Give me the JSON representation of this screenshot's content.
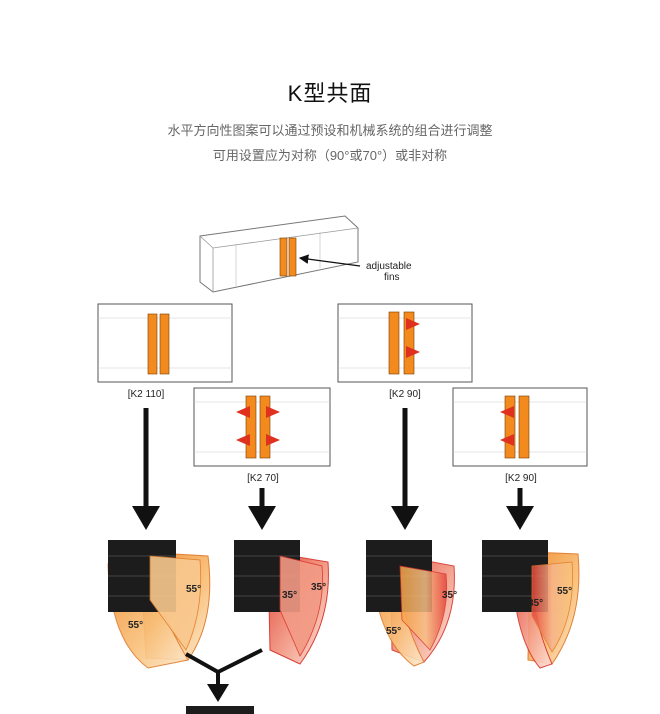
{
  "header": {
    "title": "K型共面",
    "subtitle_line1": "水平方向性图案可以通过预设和机械系统的组合进行调整",
    "subtitle_line2": "可用设置应为对称（90°或70°）或非对称"
  },
  "diagram": {
    "fins_label_line1": "adjustable",
    "fins_label_line2": "fins",
    "settings": [
      {
        "label": "[K2 110]",
        "angles": [
          "55°",
          "55°"
        ]
      },
      {
        "label": "[K2 70]",
        "angles": [
          "35°",
          "35°"
        ]
      },
      {
        "label": "[K2 90]",
        "angles": [
          "55°",
          "35°"
        ]
      },
      {
        "label": "[K2 90]",
        "angles": [
          "35°",
          "55°"
        ]
      }
    ]
  },
  "colors": {
    "fin_orange": "#f28a1e",
    "fin_arrow_red": "#e0301e",
    "cone_orange": "#f6b25a",
    "cone_red": "#e84a3c",
    "speaker_dark": "#1c1c1c"
  }
}
